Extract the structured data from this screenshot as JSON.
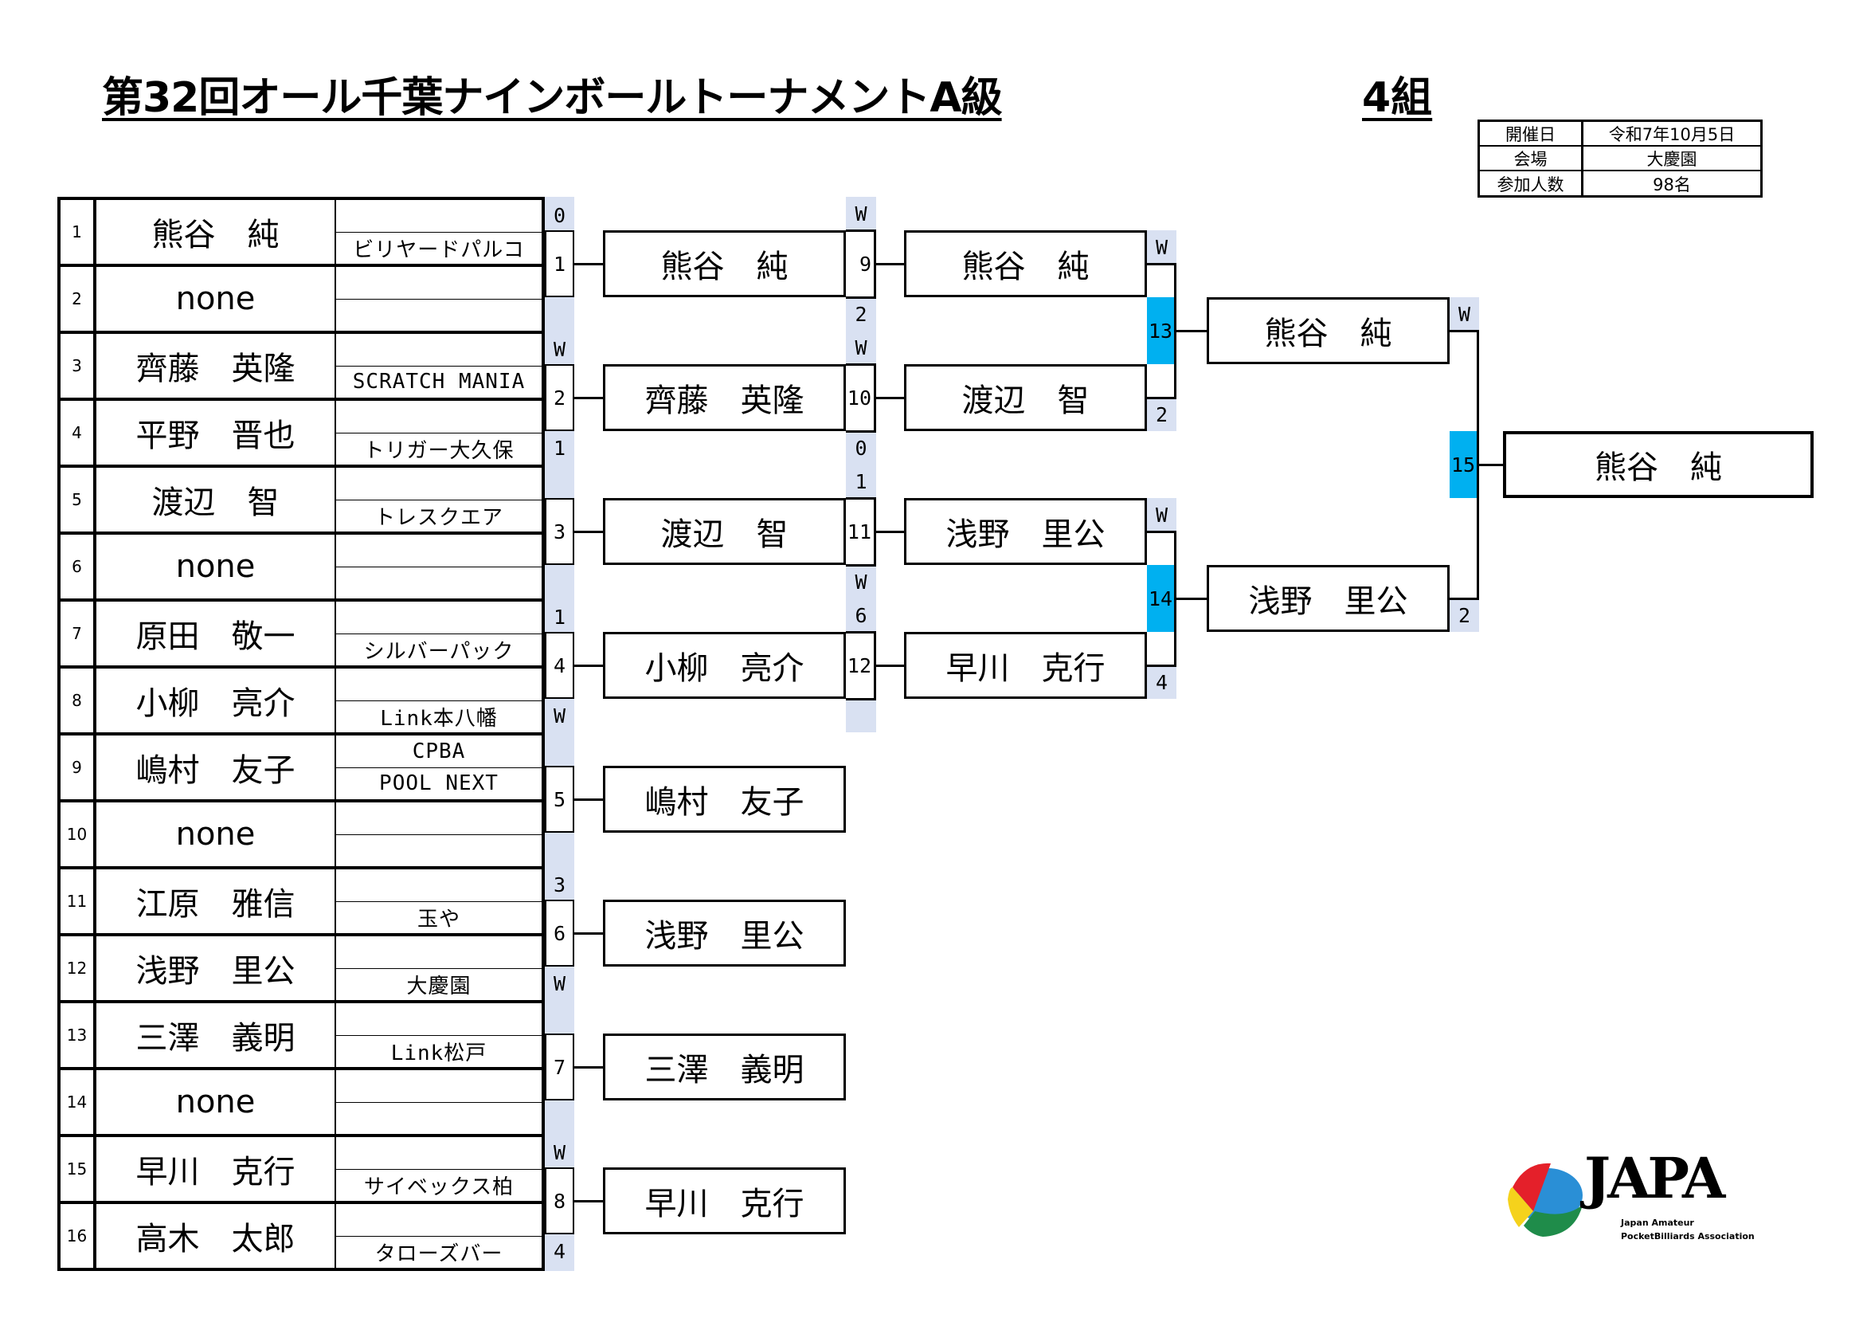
{
  "header": {
    "title": "第32回オール千葉ナインボールトーナメントA級",
    "group": "4組"
  },
  "info": [
    {
      "label": "開催日",
      "value": "令和7年10月5日"
    },
    {
      "label": "会場",
      "value": "大慶園"
    },
    {
      "label": "参加人数",
      "value": "98名"
    }
  ],
  "players": [
    {
      "seed": "1",
      "name": "熊谷　純",
      "club": [
        "",
        "ビリヤードパルコ"
      ]
    },
    {
      "seed": "2",
      "name": "none",
      "club": [
        "",
        ""
      ]
    },
    {
      "seed": "3",
      "name": "齊藤　英隆",
      "club": [
        "",
        "SCRATCH MANIA"
      ]
    },
    {
      "seed": "4",
      "name": "平野　晋也",
      "club": [
        "",
        "トリガー大久保"
      ]
    },
    {
      "seed": "5",
      "name": "渡辺　智",
      "club": [
        "",
        "トレスクエア"
      ]
    },
    {
      "seed": "6",
      "name": "none",
      "club": [
        "",
        ""
      ]
    },
    {
      "seed": "7",
      "name": "原田　敬一",
      "club": [
        "",
        "シルバーパック"
      ]
    },
    {
      "seed": "8",
      "name": "小柳　亮介",
      "club": [
        "",
        "Link本八幡"
      ]
    },
    {
      "seed": "9",
      "name": "嶋村　友子",
      "club": [
        "CPBA",
        "POOL NEXT"
      ]
    },
    {
      "seed": "10",
      "name": "none",
      "club": [
        "",
        ""
      ]
    },
    {
      "seed": "11",
      "name": "江原　雅信",
      "club": [
        "",
        "玉や"
      ]
    },
    {
      "seed": "12",
      "name": "浅野　里公",
      "club": [
        "",
        "大慶園"
      ]
    },
    {
      "seed": "13",
      "name": "三澤　義明",
      "club": [
        "",
        "Link松戸"
      ]
    },
    {
      "seed": "14",
      "name": "none",
      "club": [
        "",
        ""
      ]
    },
    {
      "seed": "15",
      "name": "早川　克行",
      "club": [
        "",
        "サイベックス柏"
      ]
    },
    {
      "seed": "16",
      "name": "高木　太郎",
      "club": [
        "",
        "タローズバー"
      ]
    }
  ],
  "round1": {
    "matches": [
      {
        "match": "1",
        "top": "0",
        "bottom": ""
      },
      {
        "match": "2",
        "top": "W",
        "bottom": "1"
      },
      {
        "match": "3",
        "top": "",
        "bottom": ""
      },
      {
        "match": "4",
        "top": "1",
        "bottom": "W"
      },
      {
        "match": "5",
        "top": "",
        "bottom": ""
      },
      {
        "match": "6",
        "top": "3",
        "bottom": "W"
      },
      {
        "match": "7",
        "top": "",
        "bottom": ""
      },
      {
        "match": "8",
        "top": "W",
        "bottom": "4"
      }
    ],
    "winners": [
      "熊谷　純",
      "齊藤　英隆",
      "渡辺　智",
      "小柳　亮介",
      "嶋村　友子",
      "浅野　里公",
      "三澤　義明",
      "早川　克行"
    ]
  },
  "round2": {
    "matches": [
      {
        "match": "9",
        "top": "W",
        "bottom": "2"
      },
      {
        "match": "10",
        "top": "W",
        "bottom": "0"
      },
      {
        "match": "11",
        "top": "1",
        "bottom": "W"
      },
      {
        "match": "12",
        "top": "6",
        "bottom": ""
      }
    ],
    "winners": [
      "熊谷　純",
      "渡辺　智",
      "浅野　里公",
      "早川　克行"
    ]
  },
  "round3": {
    "matches": [
      {
        "match": "13",
        "top": "W",
        "bottom": "2"
      },
      {
        "match": "14",
        "top": "W",
        "bottom": "4"
      }
    ],
    "winners": [
      "熊谷　純",
      "浅野　里公"
    ]
  },
  "final": {
    "matches": [
      {
        "match": "15",
        "top": "W",
        "bottom": "2"
      }
    ],
    "winners": [
      "熊谷　純"
    ]
  },
  "logo": {
    "mark": "JAPA",
    "line1": "Japan Amateur",
    "line2": "PocketBilliards Association"
  },
  "colors": {
    "score_shade": "#d9e1f2",
    "match_highlight": "#00b0f0"
  }
}
